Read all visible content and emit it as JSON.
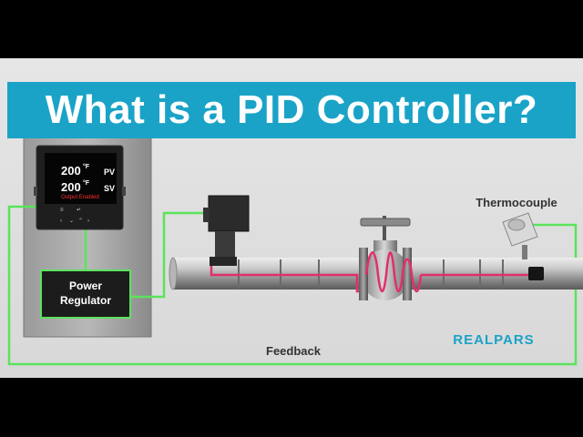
{
  "title": "What is a PID Controller?",
  "controller": {
    "pv_value": "200",
    "pv_unit": "°F",
    "pv_label": "PV",
    "sv_value": "200",
    "sv_unit": "°F",
    "sv_label": "SV",
    "status": "Output Enabled"
  },
  "labels": {
    "power_regulator_line1": "Power",
    "power_regulator_line2": "Regulator",
    "thermocouple": "Thermocouple",
    "feedback": "Feedback"
  },
  "logo": {
    "text": "REALPARS"
  },
  "colors": {
    "title_bg": "#1aa3c7",
    "signal_wire": "#5be35b",
    "heater_trace": "#e0306a",
    "display_red": "#ff3030",
    "logo_blue": "#1aa3c7"
  }
}
